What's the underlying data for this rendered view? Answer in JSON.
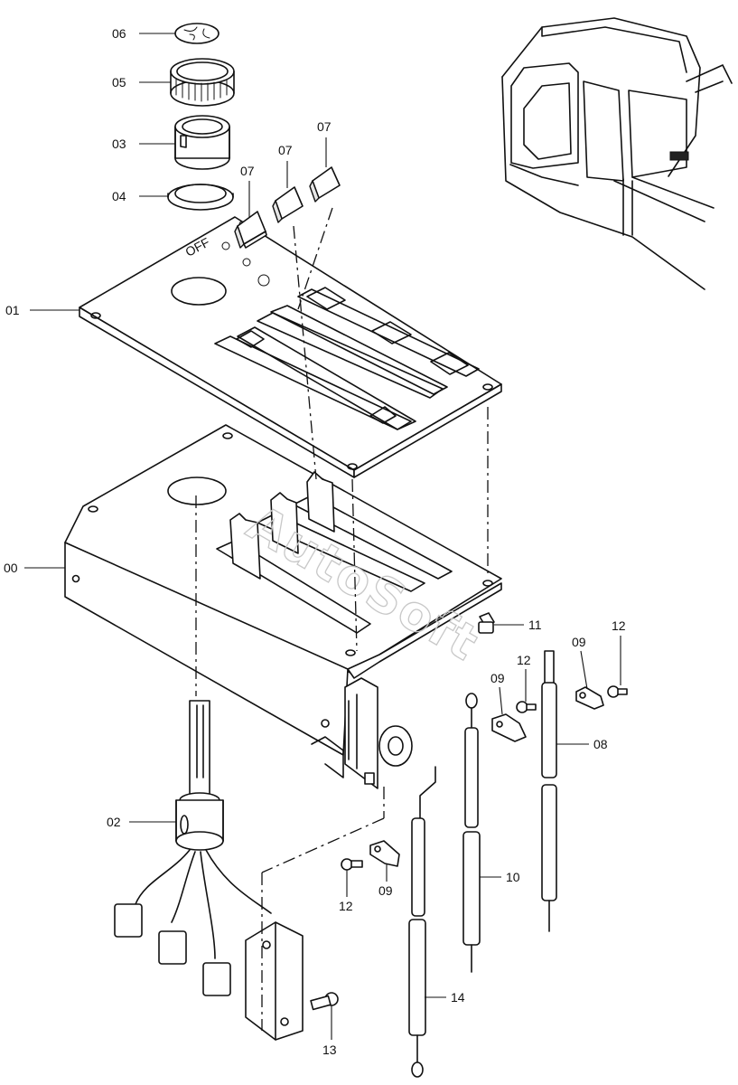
{
  "watermark": "AutoSoft",
  "labels": {
    "p00": "00",
    "p01": "01",
    "p02": "02",
    "p03": "03",
    "p04": "04",
    "p05": "05",
    "p06": "06",
    "p07a": "07",
    "p07b": "07",
    "p07c": "07",
    "p08": "08",
    "p09a": "09",
    "p09b": "09",
    "p09c": "09",
    "p10": "10",
    "p11": "11",
    "p12a": "12",
    "p12b": "12",
    "p12c": "12",
    "p13": "13",
    "p14": "14"
  },
  "panel_text": "OFF"
}
